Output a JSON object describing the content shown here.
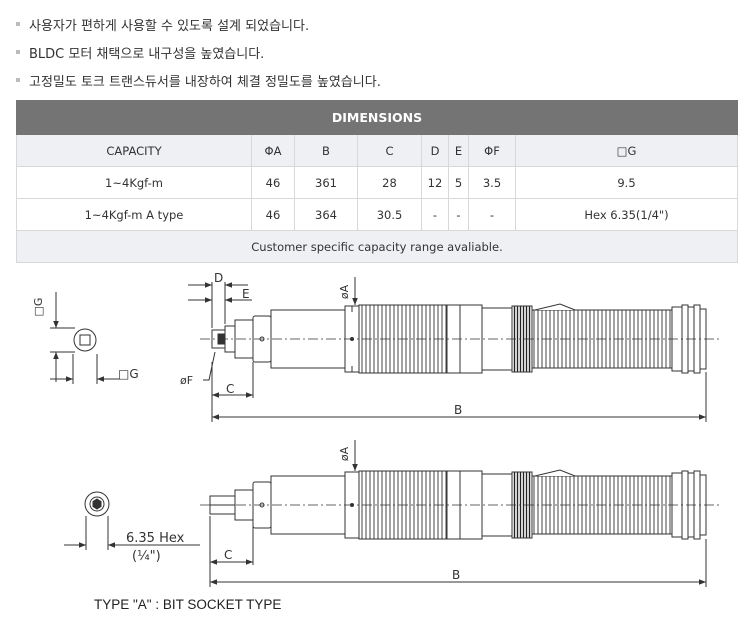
{
  "features": [
    "사용자가 편하게 사용할 수 있도록 설계 되었습니다.",
    "BLDC 모터 채택으로 내구성을 높였습니다.",
    "고정밀도 토크 트랜스듀서를 내장하여 체결 정밀도를 높였습니다."
  ],
  "table": {
    "title": "DIMENSIONS",
    "headers": [
      "CAPACITY",
      "ΦA",
      "B",
      "C",
      "D",
      "E",
      "ΦF",
      "□G"
    ],
    "rows": [
      [
        "1~4Kgf-m",
        "46",
        "361",
        "28",
        "12",
        "5",
        "3.5",
        "9.5"
      ],
      [
        "1~4Kgf-m A type",
        "46",
        "364",
        "30.5",
        "-",
        "-",
        "-",
        "Hex 6.35(1/4\")"
      ]
    ],
    "note": "Customer specific capacity range avaliable."
  },
  "drawing": {
    "labels": {
      "g_vertical": "□G",
      "g_horizontal": "□G",
      "d": "D",
      "e": "E",
      "phi_a_top": "øA",
      "phi_f": "øF",
      "c_top": "C",
      "b_top": "B",
      "phi_a_bottom": "øA",
      "hex": "6.35 Hex",
      "hex_fraction": "(¼\")",
      "c_bottom": "C",
      "b_bottom": "B"
    }
  },
  "caption": "TYPE \"A\" : BIT SOCKET TYPE"
}
